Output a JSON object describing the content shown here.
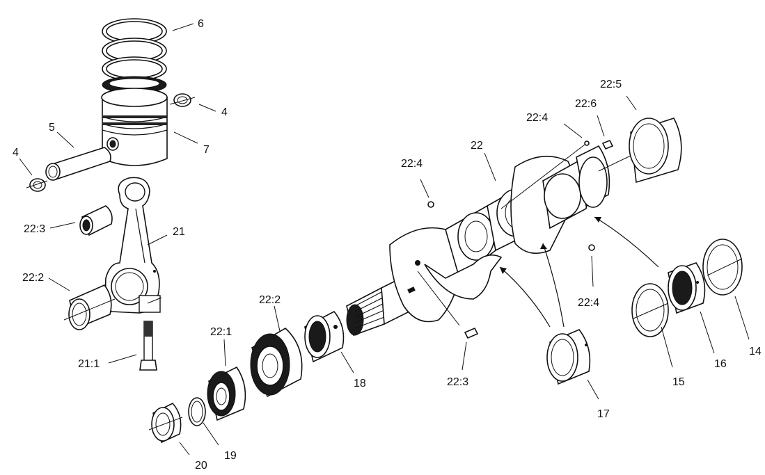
{
  "diagram": {
    "labels": {
      "piston_rings": "6",
      "circlip_right": "4",
      "piston_pin": "5",
      "circlip_left": "4",
      "piston": "7",
      "small_end_bushing": "22:3",
      "connecting_rod": "21",
      "rod_bearing": "22:2",
      "rod_bolt": "21:1",
      "gear_small": "22:1",
      "gear_large": "22:2",
      "front_bearing_sleeve": "18",
      "thrust_ring": "19",
      "front_seal_ring": "20",
      "crank_key": "22:3",
      "plug_a": "22:4",
      "crankshaft": "22",
      "plug_b": "22:4",
      "pin_c": "22:6",
      "rear_bearing_sleeve": "22:5",
      "plug_d": "22:4",
      "main_bearing_center": "17",
      "ring_15": "15",
      "bearing_16": "16",
      "ring_14": "14"
    }
  }
}
